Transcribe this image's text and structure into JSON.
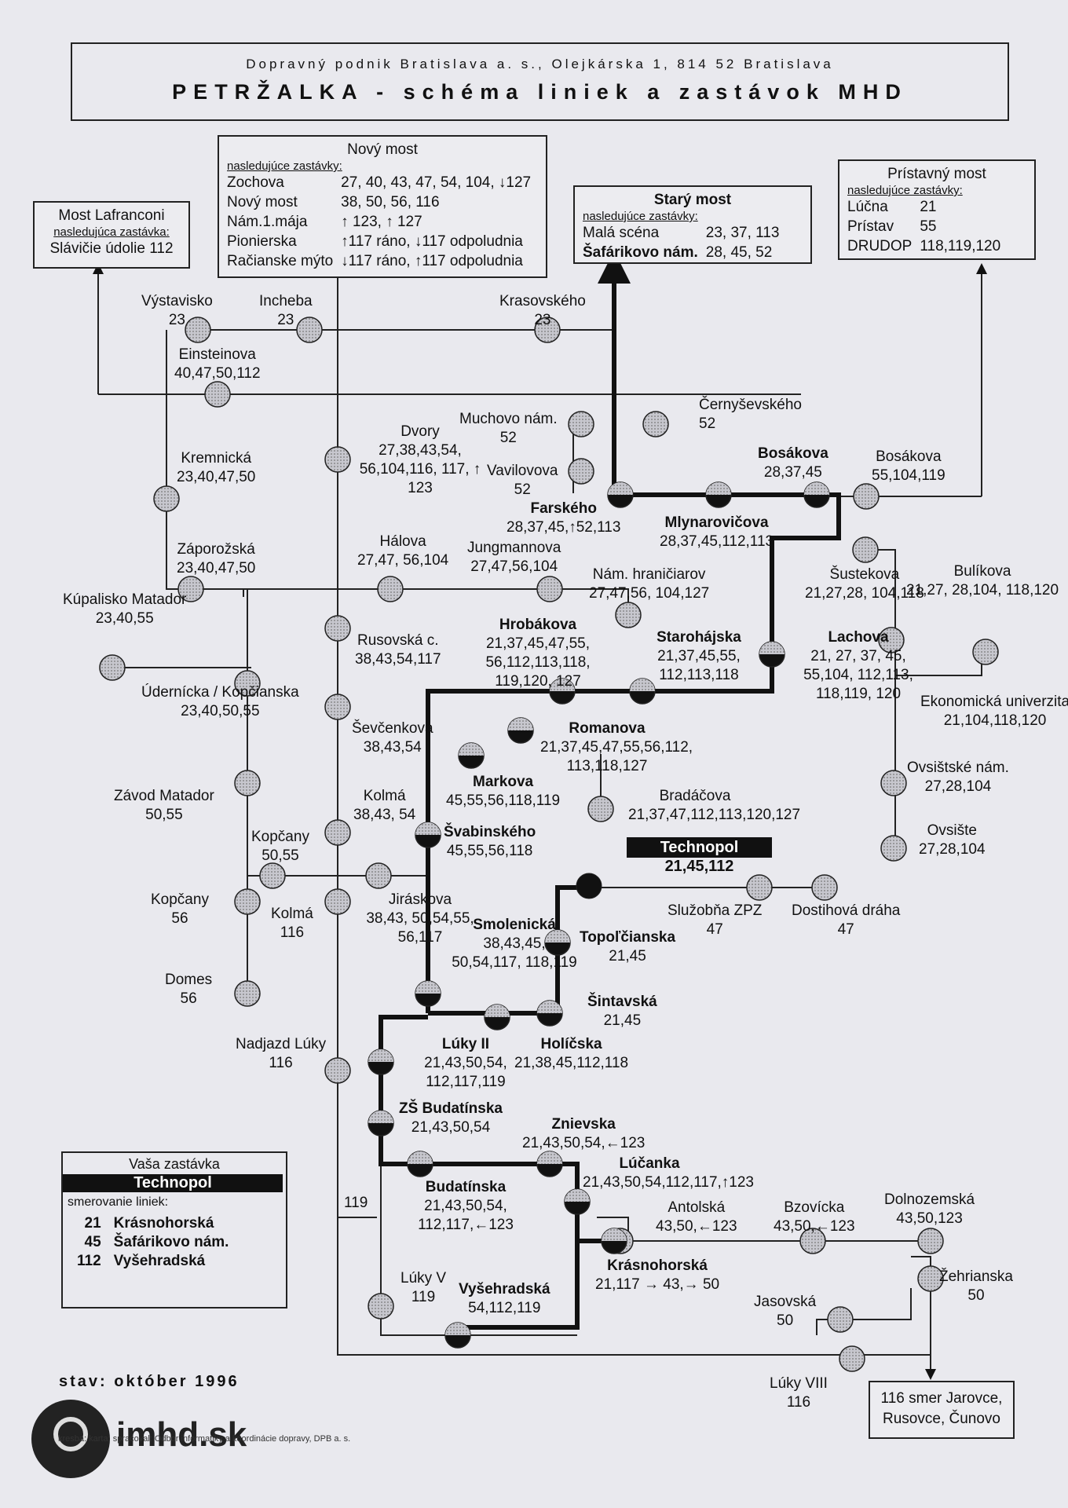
{
  "header": {
    "subtitle": "Dopravný podnik Bratislava a. s.,   Olejkárska 1,   814 52 Bratislava",
    "title": "PETRŽALKA - schéma liniek a zastávok MHD"
  },
  "box_lafranconi": {
    "title": "Most Lafranconi",
    "note": "nasledujúca zastávka:",
    "rows": [
      [
        "Slávičie údolie 112"
      ]
    ]
  },
  "box_novy": {
    "title": "Nový most",
    "note": "nasledujúce zastávky:",
    "rows": [
      [
        "Zochova",
        "27, 40, 43, 47, 54, 104, ↓127"
      ],
      [
        "Nový most",
        "38, 50, 56, 116"
      ],
      [
        "Nám.1.mája",
        "↑ 123, ↑ 127"
      ],
      [
        "Pionierska",
        "↑117 ráno, ↓117 odpoludnia"
      ],
      [
        "Račianske mýto",
        "↓117 ráno, ↑117 odpoludnia"
      ]
    ]
  },
  "box_stary": {
    "title": "Starý most",
    "note": "nasledujúce zastávky:",
    "rows": [
      [
        "Malá scéna",
        "23, 37, 113"
      ],
      [
        "Šafárikovo nám.",
        "28, 45, 52"
      ]
    ]
  },
  "box_pristavny": {
    "title": "Prístavný most",
    "note": "nasledujúce zastávky:",
    "rows": [
      [
        "Lúčna",
        "21"
      ],
      [
        "Prístav",
        "55"
      ],
      [
        "DRUDOP",
        "118,119,120"
      ]
    ]
  },
  "stops": [
    {
      "id": "vystavisko",
      "name": "Výstavisko",
      "lines": "23"
    },
    {
      "id": "incheba",
      "name": "Incheba",
      "lines": "23"
    },
    {
      "id": "krasovskeho",
      "name": "Krasovského",
      "lines": "23"
    },
    {
      "id": "einsteinova",
      "name": "Einsteinova",
      "lines": "40,47,50,112"
    },
    {
      "id": "muchovo",
      "name": "Muchovo nám.",
      "lines": "52"
    },
    {
      "id": "cernysevskeho",
      "name": "Černyševského",
      "lines": "52"
    },
    {
      "id": "vavilovova",
      "name": "Vavilovova",
      "lines": "52"
    },
    {
      "id": "kremnicka",
      "name": "Kremnická",
      "lines": "23,40,47,50"
    },
    {
      "id": "dvory",
      "name": "Dvory",
      "lines": "27,38,43,54, 56,104,116, 117, ↑ 123"
    },
    {
      "id": "bosakova1",
      "name": "Bosákova",
      "lines": "28,37,45"
    },
    {
      "id": "bosakova2",
      "name": "Bosákova",
      "lines": "55,104,119"
    },
    {
      "id": "farskeho",
      "name": "Farského",
      "lines": "28,37,45,↑52,113"
    },
    {
      "id": "mlynarovicova",
      "name": "Mlynarovičova",
      "lines": "28,37,45,112,113"
    },
    {
      "id": "halova",
      "name": "Hálova",
      "lines": "27,47, 56,104"
    },
    {
      "id": "jungmannova",
      "name": "Jungmannova",
      "lines": "27,47,56,104"
    },
    {
      "id": "zaporozska",
      "name": "Záporožská",
      "lines": "23,40,47,50"
    },
    {
      "id": "hranicarov",
      "name": "Nám. hraničiarov",
      "lines": "27,47,56, 104,127"
    },
    {
      "id": "sustekova",
      "name": "Šustekova",
      "lines": "21,27,28, 104,118"
    },
    {
      "id": "bulikova",
      "name": "Bulíkova",
      "lines": "21,27, 28,104, 118,120"
    },
    {
      "id": "kupalisko",
      "name": "Kúpalisko Matador",
      "lines": "23,40,55"
    },
    {
      "id": "hrobakova",
      "name": "Hrobákova",
      "lines": "21,37,45,47,55, 56,112,113,118, 119,120, 127"
    },
    {
      "id": "starohajska",
      "name": "Starohájska",
      "lines": "21,37,45,55, 112,113,118"
    },
    {
      "id": "lachova",
      "name": "Lachova",
      "lines": "21, 27, 37, 45, 55,104, 112,113, 118,119, 120"
    },
    {
      "id": "rusovska",
      "name": "Rusovská c.",
      "lines": "38,43,54,117"
    },
    {
      "id": "udernicka",
      "name": "Údernícka / Kopčianska",
      "lines": "23,40,50,55"
    },
    {
      "id": "ekonomicka",
      "name": "Ekonomická univerzita",
      "lines": "21,104,118,120"
    },
    {
      "id": "sevcenkova",
      "name": "Ševčenkova",
      "lines": "38,43,54"
    },
    {
      "id": "romanova",
      "name": "Romanova",
      "lines": "21,37,45,47,55,56,112, 113,118,127"
    },
    {
      "id": "markova",
      "name": "Markova",
      "lines": "45,55,56,118,119"
    },
    {
      "id": "ovsistske",
      "name": "Ovsištské nám.",
      "lines": "27,28,104"
    },
    {
      "id": "zavod",
      "name": "Závod Matador",
      "lines": "50,55"
    },
    {
      "id": "kolma1",
      "name": "Kolmá",
      "lines": "38,43, 54"
    },
    {
      "id": "bradacova",
      "name": "Bradáčova",
      "lines": "21,37,47,112,113,120,127"
    },
    {
      "id": "svabinskeho",
      "name": "Švabinského",
      "lines": "45,55,56,118"
    },
    {
      "id": "kopcany1",
      "name": "Kopčany",
      "lines": "50,55"
    },
    {
      "id": "ovsiste",
      "name": "Ovsište",
      "lines": "27,28,104"
    },
    {
      "id": "kopcany2",
      "name": "Kopčany",
      "lines": "56"
    },
    {
      "id": "kolma2",
      "name": "Kolmá",
      "lines": "116"
    },
    {
      "id": "jiraskova",
      "name": "Jiráskova",
      "lines": "38,43, 50,54,55, 56,117"
    },
    {
      "id": "sluzobna",
      "name": "Služobňa ZPZ",
      "lines": "47"
    },
    {
      "id": "dostihova",
      "name": "Dostihová dráha",
      "lines": "47"
    },
    {
      "id": "smolenicka",
      "name": "Smolenická",
      "lines": "38,43,45, 50,54,117, 118,119"
    },
    {
      "id": "topolcianska",
      "name": "Topoľčianska",
      "lines": "21,45"
    },
    {
      "id": "domes",
      "name": "Domes",
      "lines": "56"
    },
    {
      "id": "sintavska",
      "name": "Šintavská",
      "lines": "21,45"
    },
    {
      "id": "nadjazd",
      "name": "Nadjazd Lúky",
      "lines": "116"
    },
    {
      "id": "lukyii",
      "name": "Lúky II",
      "lines": "21,43,50,54, 112,117,119"
    },
    {
      "id": "holicska",
      "name": "Holíčska",
      "lines": "21,38,45,112,118"
    },
    {
      "id": "zsbudatinska",
      "name": "ZŠ Budatínska",
      "lines": "21,43,50,54"
    },
    {
      "id": "znievska",
      "name": "Znievska",
      "lines": "21,43,50,54,←123"
    },
    {
      "id": "lucanka",
      "name": "Lúčanka",
      "lines": "21,43,50,54,112,117,↑123"
    },
    {
      "id": "budatinska",
      "name": "Budatínska",
      "lines": "21,43,50,54, 112,117,←123"
    },
    {
      "id": "antolska",
      "name": "Antolská",
      "lines": "43,50,←123"
    },
    {
      "id": "bzovicka",
      "name": "Bzovícka",
      "lines": "43,50,←123"
    },
    {
      "id": "dolnozemska",
      "name": "Dolnozemská",
      "lines": "43,50,123"
    },
    {
      "id": "krasnohorska",
      "name": "Krásnohorská",
      "lines": "21,117 → 43,→ 50"
    },
    {
      "id": "zehrianska",
      "name": "Žehrianska",
      "lines": "50"
    },
    {
      "id": "lukyv",
      "name": "Lúky V",
      "lines": "119"
    },
    {
      "id": "vysehradska",
      "name": "Vyšehradská",
      "lines": "54,112,119"
    },
    {
      "id": "jasovska",
      "name": "Jasovská",
      "lines": "50"
    },
    {
      "id": "lukyviii",
      "name": "Lúky VIII",
      "lines": "116"
    }
  ],
  "technopol": {
    "name": "Technopol",
    "lines": "21,45,112"
  },
  "line119_label": "119",
  "legend": {
    "title": "Vaša zastávka",
    "stop": "Technopol",
    "dir_title": "smerovanie liniek:",
    "items": [
      {
        "line": "21",
        "dest": "Krásnohorská"
      },
      {
        "line": "45",
        "dest": "Šafárikovo nám."
      },
      {
        "line": "112",
        "dest": "Vyšehradská"
      }
    ]
  },
  "status": "stav: október 1996",
  "destination": "116 smer Jarovce, Rusovce, Čunovo",
  "logo": "imhd.sk",
  "credit": "kresba: karta; spracoval: Odbor informatiky a koordinácie dopravy, DPB a. s.",
  "colors": {
    "background": "#e9e9ee",
    "route": "#111111",
    "stop_fill": "#bdbdc4"
  }
}
